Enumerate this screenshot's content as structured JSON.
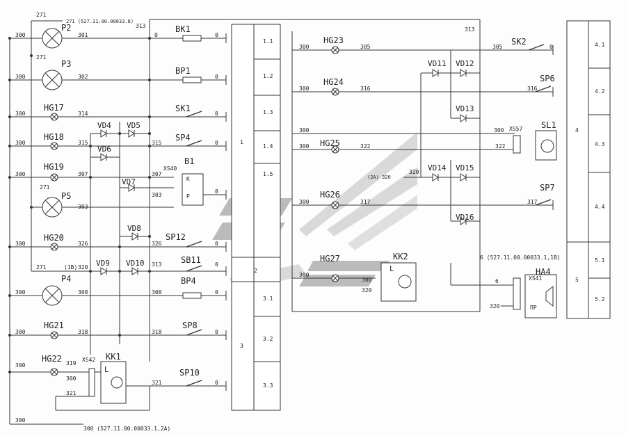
{
  "wires": {
    "w300": "300",
    "w271": "271",
    "w271_ref": "271 (527.11.00.00033.8)",
    "w313": "313",
    "w301": "301",
    "w302": "302",
    "w314": "314",
    "w315": "315",
    "w307": "307",
    "w303": "303",
    "w326": "326",
    "w320": "320",
    "w1B": "(1В)",
    "w308": "308",
    "w318": "318",
    "w319": "319",
    "w321": "321",
    "w0": "0",
    "w305": "305",
    "w316": "316",
    "w322": "322",
    "w317": "317",
    "w2A320": "(2А) 320",
    "w6": "6",
    "w6_ref": "6 (527.11.00.00033.1,1В)",
    "w300_ref": "300 (527.11.00.00033.1,2А)"
  },
  "components": {
    "P2": "P2",
    "P3": "P3",
    "P5": "P5",
    "P4": "P4",
    "HG17": "HG17",
    "HG18": "HG18",
    "HG19": "HG19",
    "HG20": "HG20",
    "HG21": "HG21",
    "HG22": "HG22",
    "VD4": "VD4",
    "VD5": "VD5",
    "VD6": "VD6",
    "VD7": "VD7",
    "VD8": "VD8",
    "VD9": "VD9",
    "VD10": "VD10",
    "BK1": "BK1",
    "BP1": "BP1",
    "SK1": "SK1",
    "SP4": "SP4",
    "B1": "B1",
    "XS40": "XS40",
    "SP12": "SP12",
    "SB11": "SB11",
    "BP4": "BP4",
    "SP8": "SP8",
    "SP10": "SP10",
    "XS42": "XS42",
    "KK1": "KK1",
    "HG23": "HG23",
    "HG24": "HG24",
    "HG25": "HG25",
    "HG26": "HG26",
    "HG27": "HG27",
    "VD11": "VD11",
    "VD12": "VD12",
    "VD13": "VD13",
    "VD14": "VD14",
    "VD15": "VD15",
    "VD16": "VD16",
    "SK2": "SK2",
    "SP6": "SP6",
    "SL1": "SL1",
    "XS57": "XS57",
    "SP7": "SP7",
    "KK2": "KK2",
    "HA4": "HA4",
    "XS41": "XS41",
    "L": "L",
    "PR": "ПР",
    "K": "K",
    "P": "P"
  },
  "zones_left": {
    "main": [
      "1",
      "2",
      "3"
    ],
    "sub": [
      "1.1",
      "1.2",
      "1.3",
      "1.4",
      "1.5",
      "2",
      "3.1",
      "3.2",
      "3.3"
    ]
  },
  "zones_right": {
    "main": [
      "4",
      "5"
    ],
    "sub": [
      "4.1",
      "4.2",
      "4.3",
      "4.4",
      "5.1",
      "5.2"
    ]
  }
}
